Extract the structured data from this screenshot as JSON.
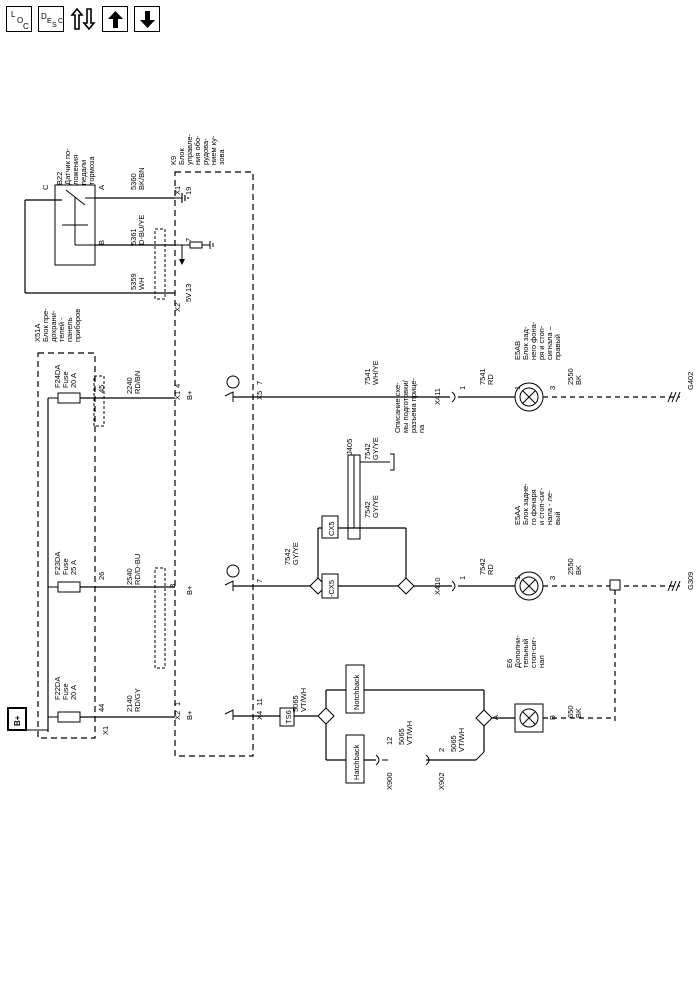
{
  "toolbar": {
    "loc_label": [
      "L",
      "O",
      "C"
    ],
    "desc_label": [
      "D",
      "E",
      "S",
      "C"
    ]
  },
  "power": {
    "bplus": "B+"
  },
  "fuse_block": {
    "id": "X51A",
    "desc": [
      "Блок пре-",
      "дохрани-",
      "телей -",
      "панель",
      "приборов"
    ],
    "connectors": [
      "X1",
      "X2",
      "X1"
    ],
    "fuses": [
      {
        "id": "F24DA",
        "type": "Fuse",
        "rating": "20 A",
        "pin": "45",
        "wire": "2240",
        "color": "RD/BN"
      },
      {
        "id": "F23DA",
        "type": "Fuse",
        "rating": "25 A",
        "pin": "26",
        "wire": "2540",
        "color": "RD/D-BU"
      },
      {
        "id": "F22DA",
        "type": "Fuse",
        "rating": "20 A",
        "pin": "44",
        "wire": "2140",
        "color": "RD/GY"
      }
    ]
  },
  "module": {
    "id": "K9",
    "desc": [
      "Блок",
      "управле-",
      "ния обо-",
      "рудова-",
      "нием ку-",
      "зова"
    ],
    "bplus_pins": [
      {
        "conn": "X1",
        "pin": "4",
        "label": "B+"
      },
      {
        "conn": "X2",
        "pin": "3",
        "label": "B+"
      },
      {
        "conn": "X2",
        "pin": "1",
        "label": "B+"
      }
    ],
    "out_pins": [
      {
        "conn": "X5",
        "pin": "7"
      },
      {
        "conn": "",
        "pin": "7"
      },
      {
        "conn": "X4",
        "pin": "11"
      }
    ],
    "sensor_pins": [
      {
        "conn": "X1",
        "pin": "19"
      },
      {
        "conn": "",
        "pin": "7"
      },
      {
        "conn": "X2",
        "pin": "13"
      }
    ],
    "fivev": "5V"
  },
  "sensor": {
    "id": "B22",
    "desc": [
      "Датчик по-",
      "ложения",
      "педали",
      "тормоза"
    ],
    "pins": [
      "C",
      "A",
      "B"
    ],
    "wires": [
      {
        "num": "5360",
        "color": "BK/BN"
      },
      {
        "num": "5361",
        "color": "D-BU/YE"
      },
      {
        "num": "5359",
        "color": "WH"
      }
    ]
  },
  "right_lamp": {
    "id": "E5AB",
    "desc": [
      "Блок зад-",
      "него фона-",
      "ря и стоп-",
      "сигнала –",
      "правый"
    ],
    "wire_in": {
      "num": "7541",
      "color": "WH/YE"
    },
    "connector": "X411",
    "conn_pin": "1",
    "wire_mid": {
      "num": "7541",
      "color": "RD"
    },
    "lamp_pin_in": "1",
    "lamp_pin_out": "3",
    "wire_out": {
      "num": "2550",
      "color": "BK"
    },
    "ground": "G402"
  },
  "left_lamp": {
    "id": "E5AA",
    "desc": [
      "Блок задне-",
      "го фонаря",
      "и стоп-сиг-",
      "нала - ле-",
      "вый"
    ],
    "wire_in": {
      "num": "7542",
      "color": "GY/YE"
    },
    "connector": "X410",
    "conn_pin": "1",
    "wire_mid": {
      "num": "7542",
      "color": "RD"
    },
    "lamp_pin_in": "1",
    "lamp_pin_out": "3",
    "wire_out": {
      "num": "2550",
      "color": "BK"
    },
    "ground": "G309"
  },
  "trailer": {
    "id": "J405",
    "wire_a": {
      "num": "7542",
      "color": "GY/YE"
    },
    "wire_b": {
      "num": "7542",
      "color": "GY/YE"
    },
    "desc": [
      "Описание схе-",
      "мы подготовки/",
      "разъема прице-",
      "па"
    ],
    "cx_top": "CX5",
    "cx_bottom": "-CX5"
  },
  "chmsl": {
    "id": "E6",
    "desc": [
      "Дополни-",
      "тельный",
      "стоп-сиг-",
      "нал"
    ],
    "pin_a": "A",
    "pin_b": "B",
    "splice": "TS6",
    "wire_in": {
      "num": "5065",
      "color": "VT/WH"
    },
    "notchback": "Notchback",
    "hatchback": "Hatchback",
    "x900": {
      "id": "X900",
      "pin": "12",
      "wire": {
        "num": "5065",
        "color": "VT/WH"
      }
    },
    "x902": {
      "id": "X902",
      "pin": "2",
      "wire": {
        "num": "5065",
        "color": "VT/WH"
      }
    },
    "wire_out": {
      "num": "650",
      "color": "BK"
    }
  }
}
